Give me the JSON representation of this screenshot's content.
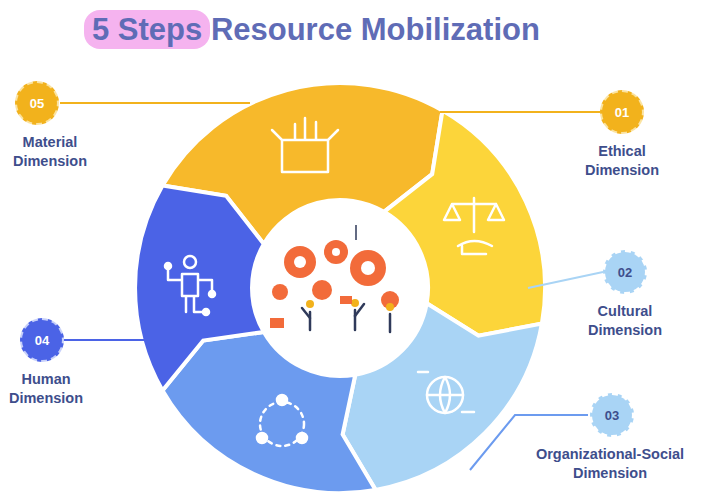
{
  "diagram": {
    "title": "5 Steps Resource Mobilization",
    "nodes": [
      {
        "text": [
          "05",
          "Material Dimension"
        ]
      },
      {
        "text": [
          "01",
          "Ethical Dimension"
        ]
      },
      {
        "text": [
          "02",
          "Cultural Dimension"
        ]
      },
      {
        "text": [
          "04",
          "Human Dimension"
        ]
      },
      {
        "text": [
          "03",
          "Organizational-Social Dimension"
        ]
      }
    ]
  }
}
